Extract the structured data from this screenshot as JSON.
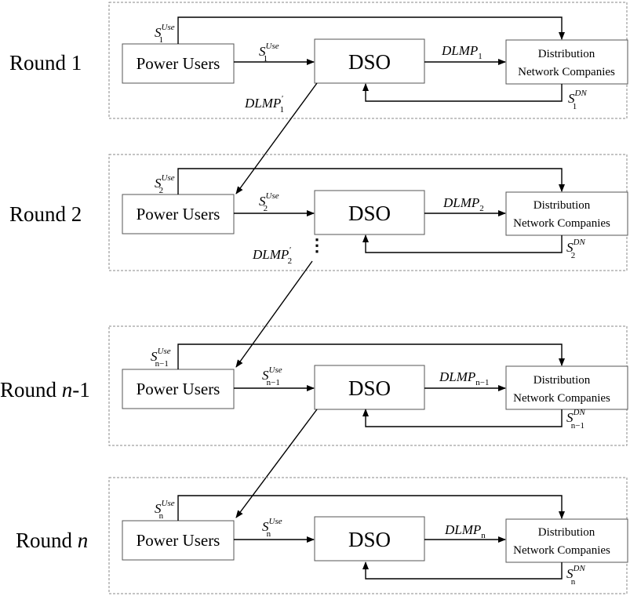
{
  "rounds": [
    {
      "label_prefix": "Round ",
      "label_var": "",
      "label_suffix": "1",
      "power_users": "Power Users",
      "dso": "DSO",
      "dn_line1": "Distribution",
      "dn_line2": "Network Companies",
      "s_use_main": "S",
      "s_use_sub": "1",
      "s_use_sup": "Use",
      "dlmp_main": "DLMP",
      "dlmp_sub": "1",
      "s_dn_main": "S",
      "s_dn_sub": "1",
      "s_dn_sup": "DN",
      "dlmp_prime_main": "DLMP",
      "dlmp_prime_sub": "1",
      "dlmp_prime_sup": "'"
    },
    {
      "label_prefix": "Round ",
      "label_var": "",
      "label_suffix": "2",
      "power_users": "Power Users",
      "dso": "DSO",
      "dn_line1": "Distribution",
      "dn_line2": "Network Companies",
      "s_use_main": "S",
      "s_use_sub": "2",
      "s_use_sup": "Use",
      "dlmp_main": "DLMP",
      "dlmp_sub": "2",
      "s_dn_main": "S",
      "s_dn_sub": "2",
      "s_dn_sup": "DN",
      "dlmp_prime_main": "DLMP",
      "dlmp_prime_sub": "2",
      "dlmp_prime_sup": "'"
    },
    {
      "label_prefix": "Round ",
      "label_var": "n",
      "label_suffix": "-1",
      "power_users": "Power Users",
      "dso": "DSO",
      "dn_line1": "Distribution",
      "dn_line2": "Network Companies",
      "s_use_main": "S",
      "s_use_sub": "n−1",
      "s_use_sup": "Use",
      "dlmp_main": "DLMP",
      "dlmp_sub": "n−1",
      "s_dn_main": "S",
      "s_dn_sub": "n−1",
      "s_dn_sup": "DN"
    },
    {
      "label_prefix": "Round ",
      "label_var": "n",
      "label_suffix": "",
      "power_users": "Power Users",
      "dso": "DSO",
      "dn_line1": "Distribution",
      "dn_line2": "Network Companies",
      "s_use_main": "S",
      "s_use_sub": "n",
      "s_use_sup": "Use",
      "dlmp_main": "DLMP",
      "dlmp_sub": "n",
      "s_dn_main": "S",
      "s_dn_sub": "n",
      "s_dn_sup": "DN"
    }
  ],
  "ellipsis": "⋮"
}
